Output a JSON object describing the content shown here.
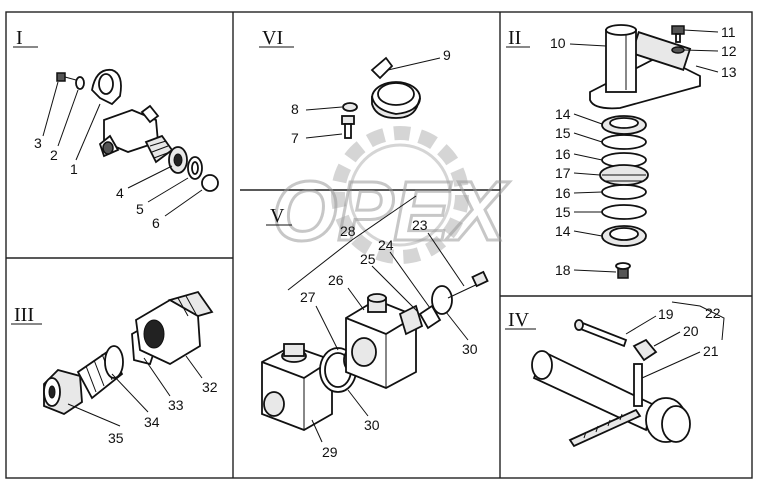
{
  "watermark": "OPEX",
  "sections": {
    "I": "I",
    "II": "II",
    "III": "III",
    "IV": "IV",
    "V": "V",
    "VI": "VI"
  },
  "callouts": {
    "c1": "1",
    "c2": "2",
    "c3": "3",
    "c4": "4",
    "c5": "5",
    "c6": "6",
    "c7": "7",
    "c8": "8",
    "c9": "9",
    "c10": "10",
    "c11": "11",
    "c12": "12",
    "c13": "13",
    "c14a": "14",
    "c14b": "14",
    "c15a": "15",
    "c15b": "15",
    "c16a": "16",
    "c16b": "16",
    "c17": "17",
    "c18": "18",
    "c19": "19",
    "c20": "20",
    "c21": "21",
    "c22": "22",
    "c23": "23",
    "c24": "24",
    "c25": "25",
    "c26": "26",
    "c27": "27",
    "c28": "28",
    "c29": "29",
    "c30a": "30",
    "c30b": "30",
    "c32": "32",
    "c33": "33",
    "c34": "34",
    "c35": "35"
  }
}
